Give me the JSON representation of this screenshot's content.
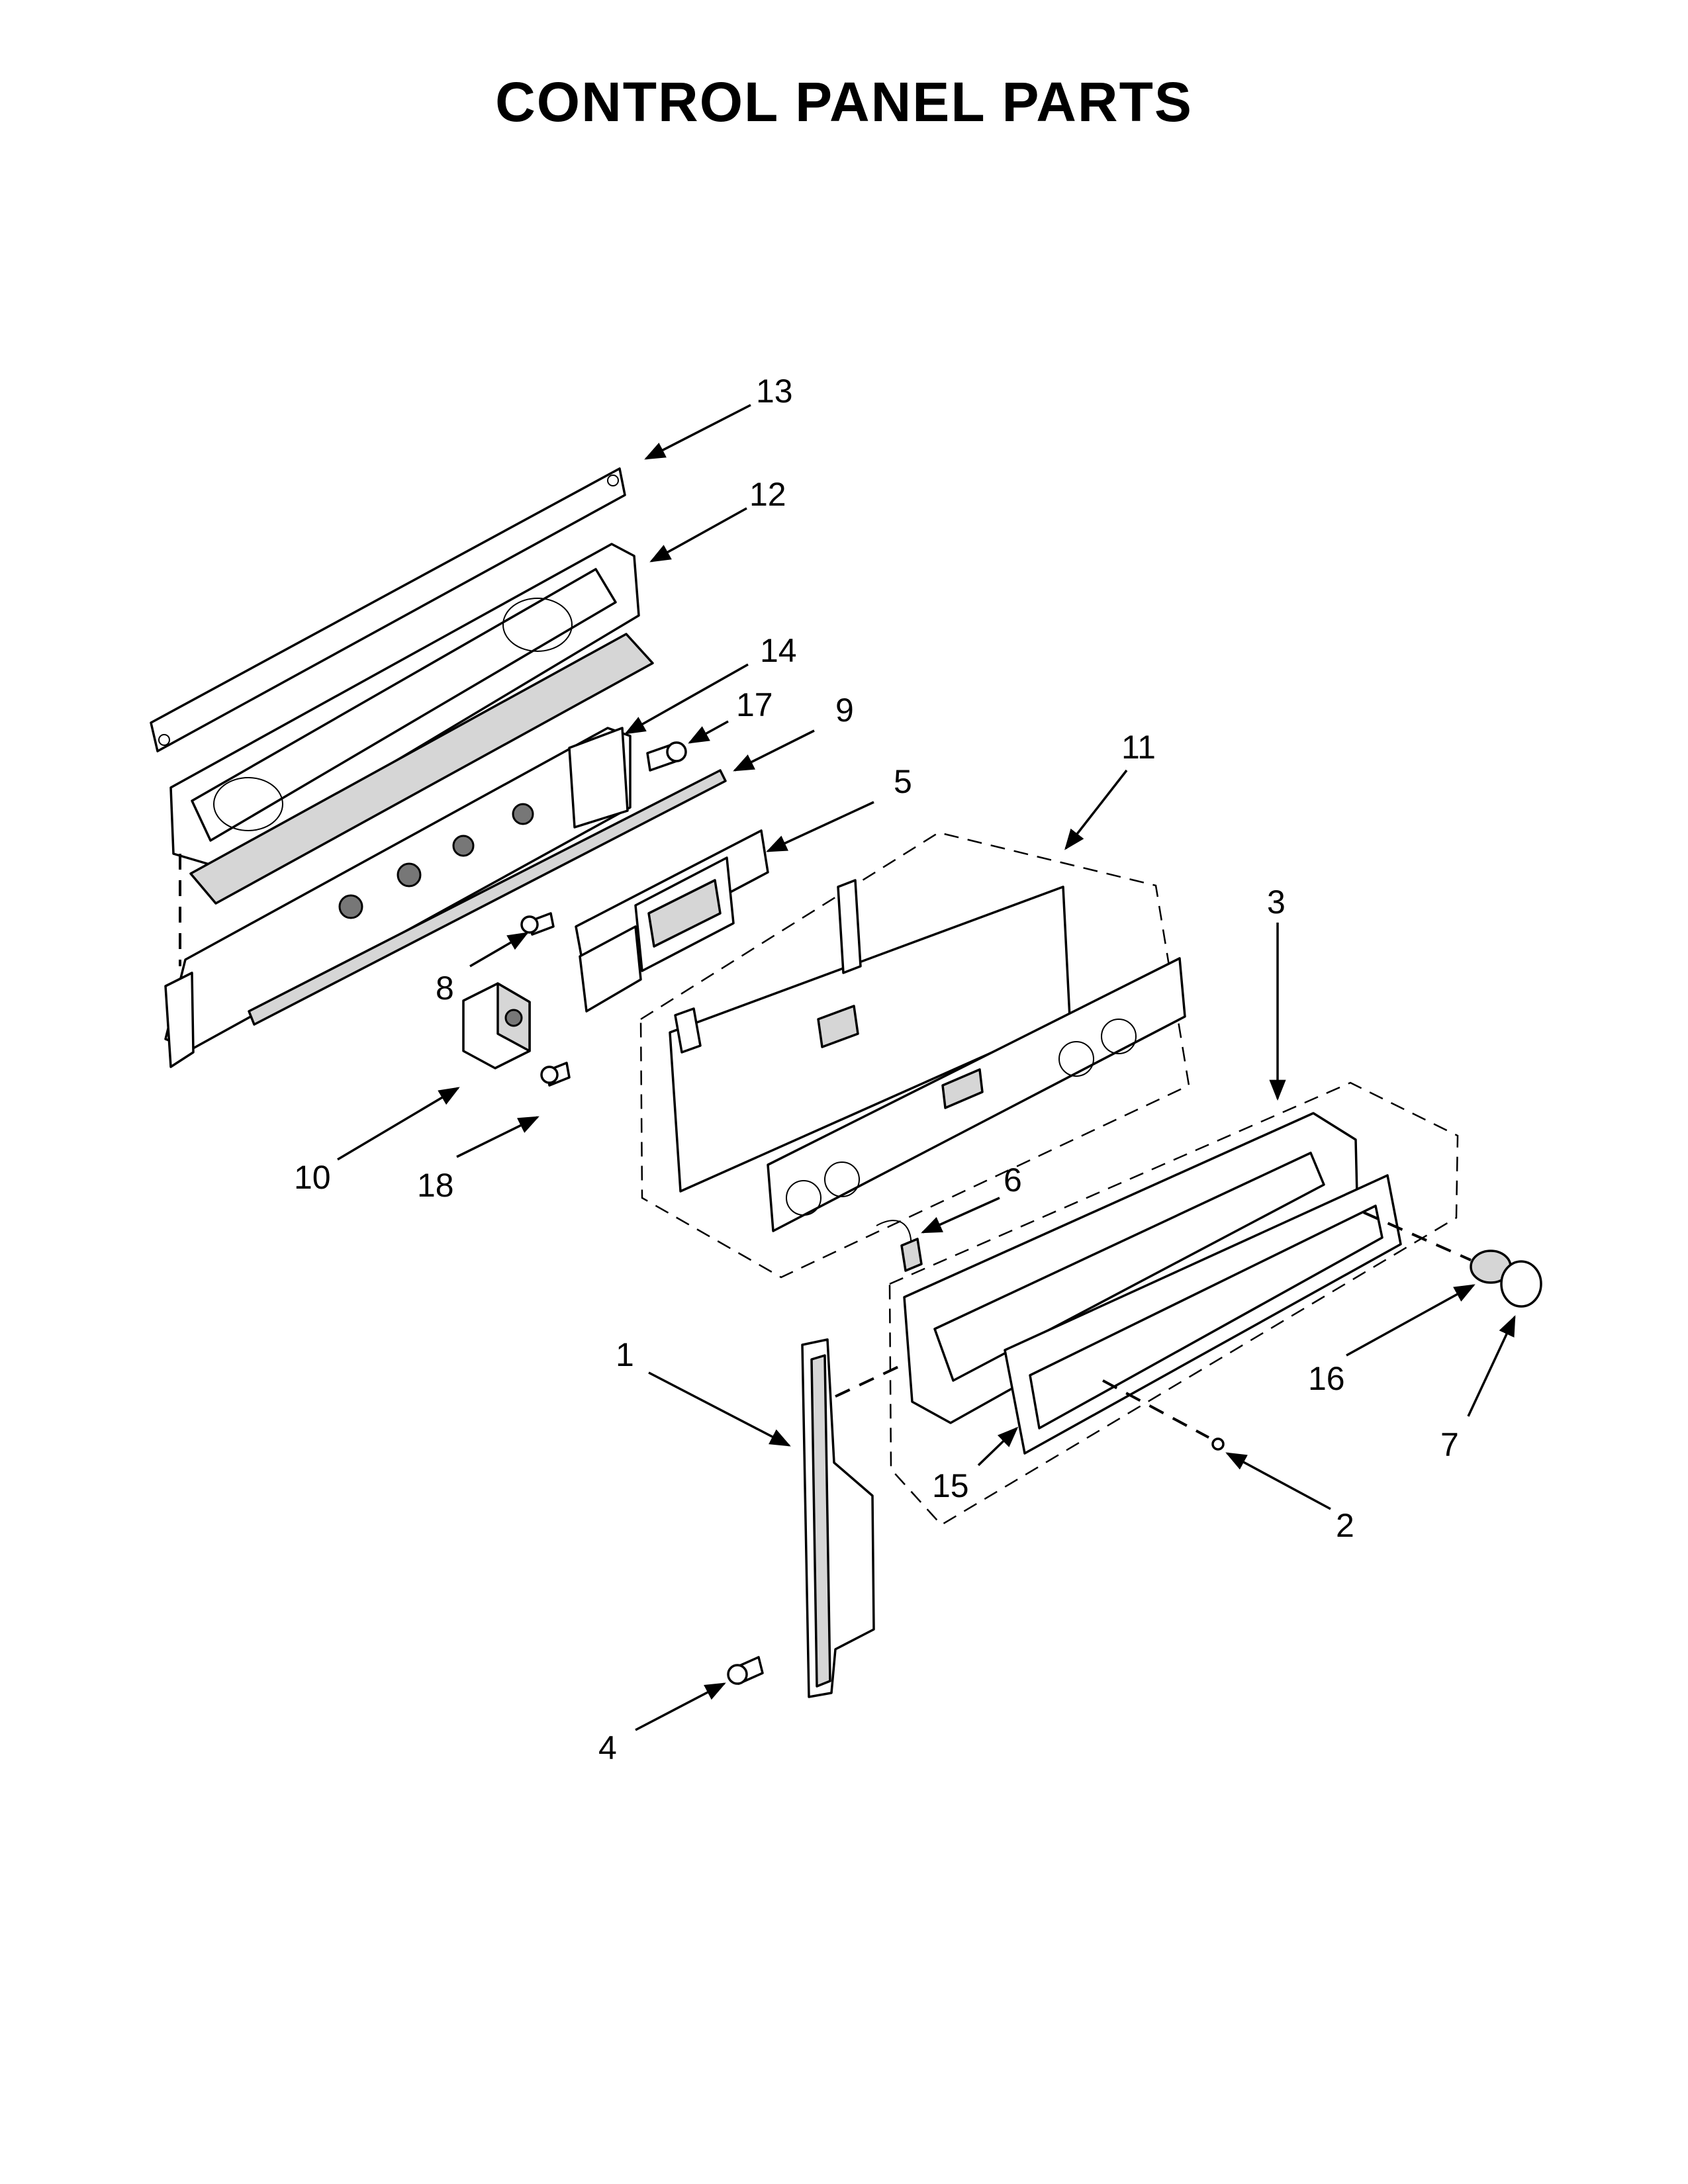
{
  "title": "CONTROL PANEL PARTS",
  "callouts": [
    {
      "id": "13",
      "label": "13"
    },
    {
      "id": "12",
      "label": "12"
    },
    {
      "id": "14",
      "label": "14"
    },
    {
      "id": "17",
      "label": "17"
    },
    {
      "id": "9",
      "label": "9"
    },
    {
      "id": "11",
      "label": "11"
    },
    {
      "id": "5",
      "label": "5"
    },
    {
      "id": "3",
      "label": "3"
    },
    {
      "id": "8",
      "label": "8"
    },
    {
      "id": "10",
      "label": "10"
    },
    {
      "id": "18",
      "label": "18"
    },
    {
      "id": "6",
      "label": "6"
    },
    {
      "id": "1",
      "label": "1"
    },
    {
      "id": "16",
      "label": "16"
    },
    {
      "id": "7",
      "label": "7"
    },
    {
      "id": "15",
      "label": "15"
    },
    {
      "id": "2",
      "label": "2"
    },
    {
      "id": "4",
      "label": "4"
    }
  ],
  "colors": {
    "ink": "#000000",
    "paper": "#ffffff",
    "shade": "#d6d6d6"
  }
}
